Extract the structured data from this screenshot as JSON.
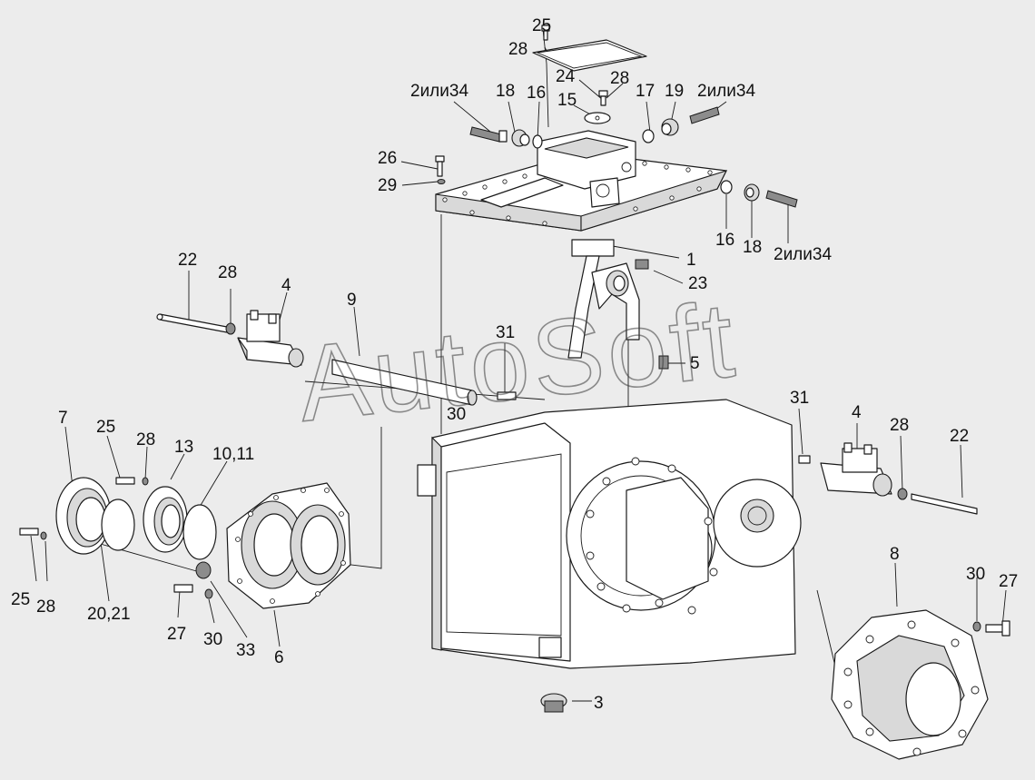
{
  "watermark": "AutoSoft",
  "callouts": {
    "c25_top": "25",
    "c28_top": "28",
    "c24": "24",
    "c28_cov": "28",
    "c15": "15",
    "c2or34_left": "2или34",
    "c18_left": "18",
    "c16_left": "16",
    "c17": "17",
    "c19": "19",
    "c2or34_right": "2или34",
    "c26": "26",
    "c29": "29",
    "c16_right": "16",
    "c18_right": "18",
    "c2or34_right2": "2или34",
    "c1": "1",
    "c23": "23",
    "c22_left": "22",
    "c28_left": "28",
    "c4_left": "4",
    "c9": "9",
    "c31_mid": "31",
    "c5": "5",
    "c30_mid": "30",
    "c7": "7",
    "c25_mid": "25",
    "c28_mid": "28",
    "c13": "13",
    "c10_11": "10,11",
    "c25_low": "25",
    "c28_low": "28",
    "c20_21": "20,21",
    "c27_low": "27",
    "c30_low": "30",
    "c33": "33",
    "c6": "6",
    "c31_right": "31",
    "c4_right": "4",
    "c28_right": "28",
    "c22_right": "22",
    "c8": "8",
    "c30_right": "30",
    "c27_right": "27",
    "c3": "3"
  }
}
